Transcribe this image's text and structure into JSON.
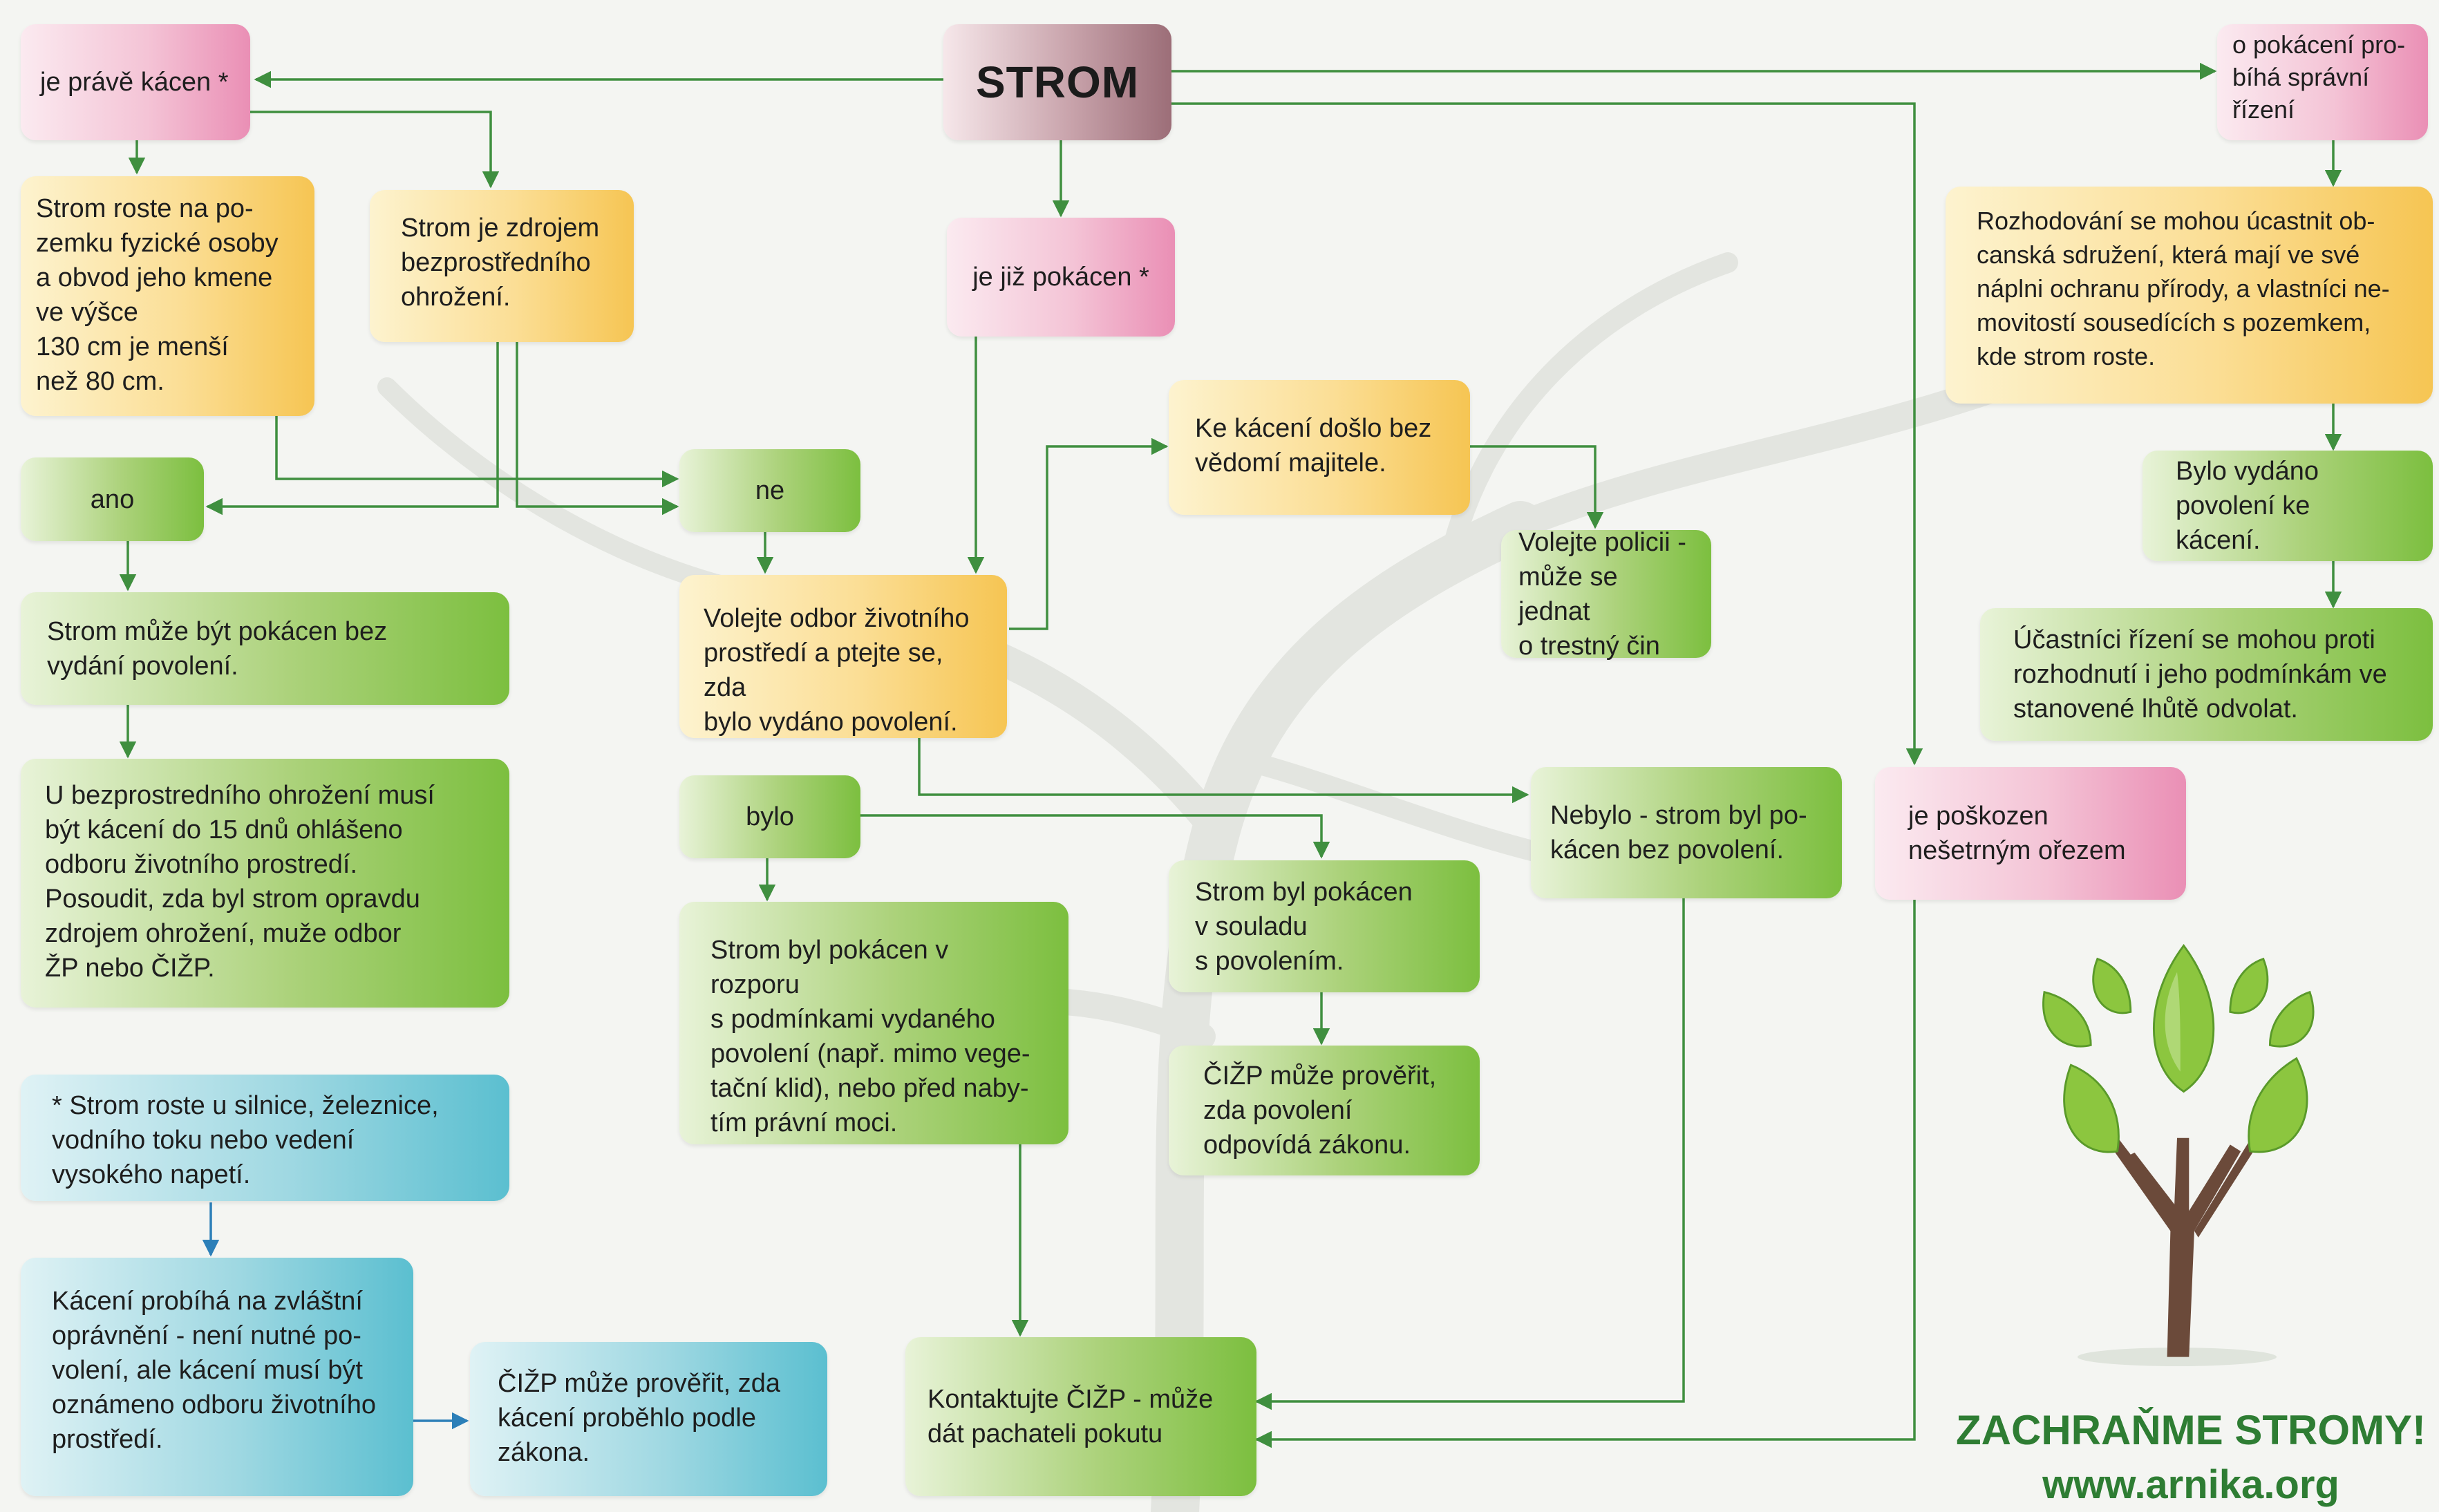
{
  "root": {
    "label": "STROM"
  },
  "nodes": {
    "being_cut": "je právě kácen *",
    "already_cut": "je již pokácen *",
    "admin_proceeding": "o pokácení pro-\nbíhá správní\nřízení",
    "private_land": "Strom roste na po-\nzemku fyzické osoby\na obvod jeho kmene\nve výšce\n130 cm je menší\nnež 80 cm.",
    "direct_threat": "Strom je zdrojem\nbezprostředního\nohrožení.",
    "yes": "ano",
    "no": "ne",
    "can_be_cut": "Strom může být pokácen bez\nvydání povolení.",
    "threat_report": "U bezprostredního ohrožení musí\nbýt kácení do 15 dnů ohlášeno\nodboru životního prostredí.\nPosoudit, zda byl strom opravdu\nzdrojem ohrožení, muže odbor\nŽP nebo ČIŽP.",
    "footnote": "* Strom roste u silnice, železnice,\nvodního toku nebo vedení\nvysokého napetí.",
    "special_permit": "Kácení probíhá na zvláštní\noprávnění - není nutné po-\nvolení, ale kácení musí být\noznámeno odboru životního\nprostředí.",
    "cizp_verify_cut": "ČIŽP může prověřit, zda\nkácení proběhlo podle\nzákona.",
    "call_env_office": "Volejte odbor životního\nprostředí a ptejte se, zda\nbylo vydáno povolení.",
    "without_owner": "Ke kácení došlo bez\nvědomí majitele.",
    "call_police": "Volejte policii -\nmůže se jednat\no trestný čin",
    "was_issued": "bylo",
    "not_issued": "Nebylo - strom byl po-\nkácen bez povolení.",
    "in_conflict": "Strom byl pokácen v rozporu\ns podmínkami vydaného\npovolení (např. mimo vege-\ntační klid), nebo před naby-\ntím právní moci.",
    "in_accordance": "Strom byl pokácen\nv souladu\ns povolením.",
    "cizp_verify_permit": "ČIŽP může prověřit,\nzda povolení\nodpovídá zákonu.",
    "contact_cizp": "Kontaktujte ČIŽP - může\ndát pachateli pokutu",
    "participants": "Rozhodování se mohou úcastnit ob-\ncanská sdružení, která mají ve své\nnáplni ochranu přírody, a vlastníci ne-\nmovitostí sousedících s pozemkem,\nkde strom roste.",
    "permit_issued": "Bylo vydáno\npovolení ke kácení.",
    "appeal": "Účastníci řízení se mohou proti\nrozhodnutí i jeho podmínkám ve\nstanovené lhůtě odvolat.",
    "bad_pruning": "je poškozen\nnešetrným ořezem"
  },
  "footer": {
    "slogan": "ZACHRAŇME STROMY!",
    "url": "www.arnika.org"
  },
  "colors": {
    "arrow": "#3f8f3f",
    "arrow_blue": "#2c7fb8",
    "brand_green": "#2e7d33",
    "leaf": "#8cc63f",
    "trunk": "#6b4a3a"
  }
}
